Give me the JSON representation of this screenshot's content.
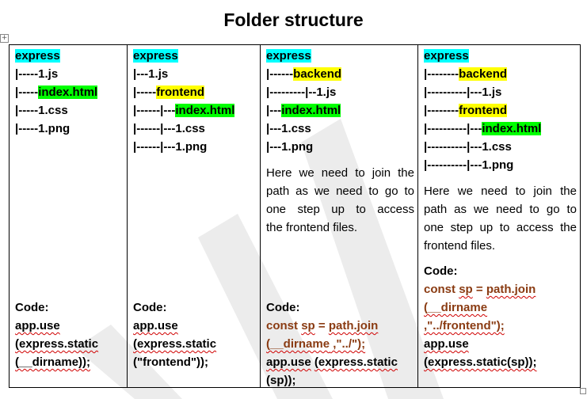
{
  "title": "Folder structure",
  "columns": [
    {
      "tree": [
        {
          "parts": [
            {
              "text": "express",
              "hl": "cyan"
            }
          ]
        },
        {
          "parts": [
            {
              "text": "|-----1.js"
            }
          ]
        },
        {
          "parts": [
            {
              "text": "|-----"
            },
            {
              "text": "index.html",
              "hl": "green"
            }
          ]
        },
        {
          "parts": [
            {
              "text": "|-----1.css"
            }
          ]
        },
        {
          "parts": [
            {
              "text": "|-----1.png"
            }
          ]
        }
      ],
      "note": [],
      "code_label": "Code:",
      "code": [
        [
          {
            "text": "app.use",
            "squig": true
          }
        ],
        [
          {
            "text": "(express.static",
            "squig": true
          }
        ],
        [
          {
            "text": "(__dirname));",
            "squig": true
          }
        ]
      ]
    },
    {
      "tree": [
        {
          "parts": [
            {
              "text": "express",
              "hl": "cyan"
            }
          ]
        },
        {
          "parts": [
            {
              "text": "|---1.js"
            }
          ]
        },
        {
          "parts": [
            {
              "text": "|-----"
            },
            {
              "text": "frontend",
              "hl": "yellow"
            }
          ]
        },
        {
          "parts": [
            {
              "text": "|------|---"
            },
            {
              "text": "index.html",
              "hl": "green"
            }
          ]
        },
        {
          "parts": [
            {
              "text": "|------|---1.css"
            }
          ]
        },
        {
          "parts": [
            {
              "text": "|------|---1.png"
            }
          ]
        }
      ],
      "note": [],
      "code_label": "Code:",
      "code": [
        [
          {
            "text": "app.use",
            "squig": true
          }
        ],
        [
          {
            "text": "(express.static",
            "squig": true
          }
        ],
        [
          {
            "text": "(\"frontend\"));"
          }
        ]
      ]
    },
    {
      "tree": [
        {
          "parts": [
            {
              "text": "express",
              "hl": "cyan"
            }
          ]
        },
        {
          "parts": [
            {
              "text": "|------"
            },
            {
              "text": "backend",
              "hl": "yellow"
            }
          ]
        },
        {
          "parts": [
            {
              "text": "|---------|--1.js"
            }
          ]
        },
        {
          "parts": [
            {
              "text": "|---"
            },
            {
              "text": "index.html",
              "hl": "green"
            }
          ]
        },
        {
          "parts": [
            {
              "text": "|---1.css"
            }
          ]
        },
        {
          "parts": [
            {
              "text": "|---1.png"
            }
          ]
        }
      ],
      "note": [
        "Here we need to join the",
        "path as we need to go to",
        "one step up to access",
        "the frontend files."
      ],
      "code_label": "Code:",
      "code": [
        [
          {
            "text": "const",
            "brown": true
          },
          {
            "text": " "
          },
          {
            "text": "sp",
            "brown": true,
            "squig": true
          },
          {
            "text": "  =  ",
            "brown": true
          },
          {
            "text": "path.join",
            "brown": true,
            "squig": true
          }
        ],
        [
          {
            "text": "(__dirname",
            "brown": true,
            "squig": true
          },
          {
            "text": " ,\"../\");",
            "brown": true,
            "squig": true
          }
        ],
        [
          {
            "text": "app.use",
            "squig": true
          },
          {
            "text": "  "
          },
          {
            "text": "(express.static",
            "squig": true
          }
        ],
        [
          {
            "text": "(sp));"
          }
        ]
      ]
    },
    {
      "tree": [
        {
          "parts": [
            {
              "text": "express",
              "hl": "cyan"
            }
          ]
        },
        {
          "parts": [
            {
              "text": "|--------"
            },
            {
              "text": "backend",
              "hl": "yellow"
            }
          ]
        },
        {
          "parts": [
            {
              "text": "|----------|---1.js"
            }
          ]
        },
        {
          "parts": [
            {
              "text": "|--------"
            },
            {
              "text": "frontend",
              "hl": "yellow"
            }
          ]
        },
        {
          "parts": [
            {
              "text": "|----------|---"
            },
            {
              "text": "index.html",
              "hl": "green"
            }
          ]
        },
        {
          "parts": [
            {
              "text": "|----------|---1.css"
            }
          ]
        },
        {
          "parts": [
            {
              "text": "|----------|---1.png"
            }
          ]
        }
      ],
      "note": [
        "Here we need to join the",
        "path as we need to go to",
        "one step up to access the",
        "frontend files."
      ],
      "code_label": "Code:",
      "code": [
        [
          {
            "text": "const",
            "brown": true
          },
          {
            "text": "  "
          },
          {
            "text": "sp",
            "brown": true,
            "squig": true
          },
          {
            "text": "   =   ",
            "brown": true
          },
          {
            "text": "path.join",
            "brown": true,
            "squig": true
          }
        ],
        [
          {
            "text": "(__dirname",
            "brown": true,
            "squig": true
          }
        ],
        [
          {
            "text": ",\"../frontend\");",
            "brown": true,
            "squig": true
          }
        ],
        [
          {
            "text": "app.use",
            "squig": true
          }
        ],
        [
          {
            "text": "(express.static(sp));",
            "squig": true
          }
        ]
      ]
    }
  ]
}
